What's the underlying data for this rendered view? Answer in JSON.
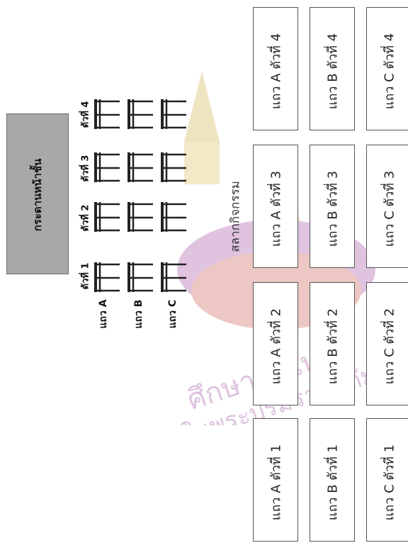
{
  "board": {
    "label": "กระดานหน้าชั้น"
  },
  "caption": "สลากกิจกรรม",
  "seat_labels": [
    "ตัวที่ 1",
    "ตัวที่ 2",
    "ตัวที่ 3",
    "ตัวที่ 4"
  ],
  "row_labels": [
    "แถว A",
    "แถว B",
    "แถว C"
  ],
  "cards": {
    "a1": "แถว A ตัวที่ 1",
    "b1": "แถว B ตัวที่ 1",
    "c1": "แถว C ตัวที่ 1",
    "a2": "แถว A ตัวที่ 2",
    "b2": "แถว B ตัวที่ 2",
    "c2": "แถว C ตัวที่ 2",
    "a3": "แถว A ตัวที่ 3",
    "b3": "แถว B ตัวที่ 3",
    "c3": "แถว C ตัวที่ 3",
    "a4": "แถว A ตัวที่ 4",
    "b4": "แถว B ตัวที่ 4",
    "c4": "แถว C ตัวที่ 4"
  },
  "watermark": {
    "text1": "ศึกษาทั่วไทยฯ",
    "text2": "ในพระบรมราชูปถัมภ์",
    "colors": [
      "#c9a227",
      "#8e2a8f",
      "#c0392b"
    ]
  }
}
